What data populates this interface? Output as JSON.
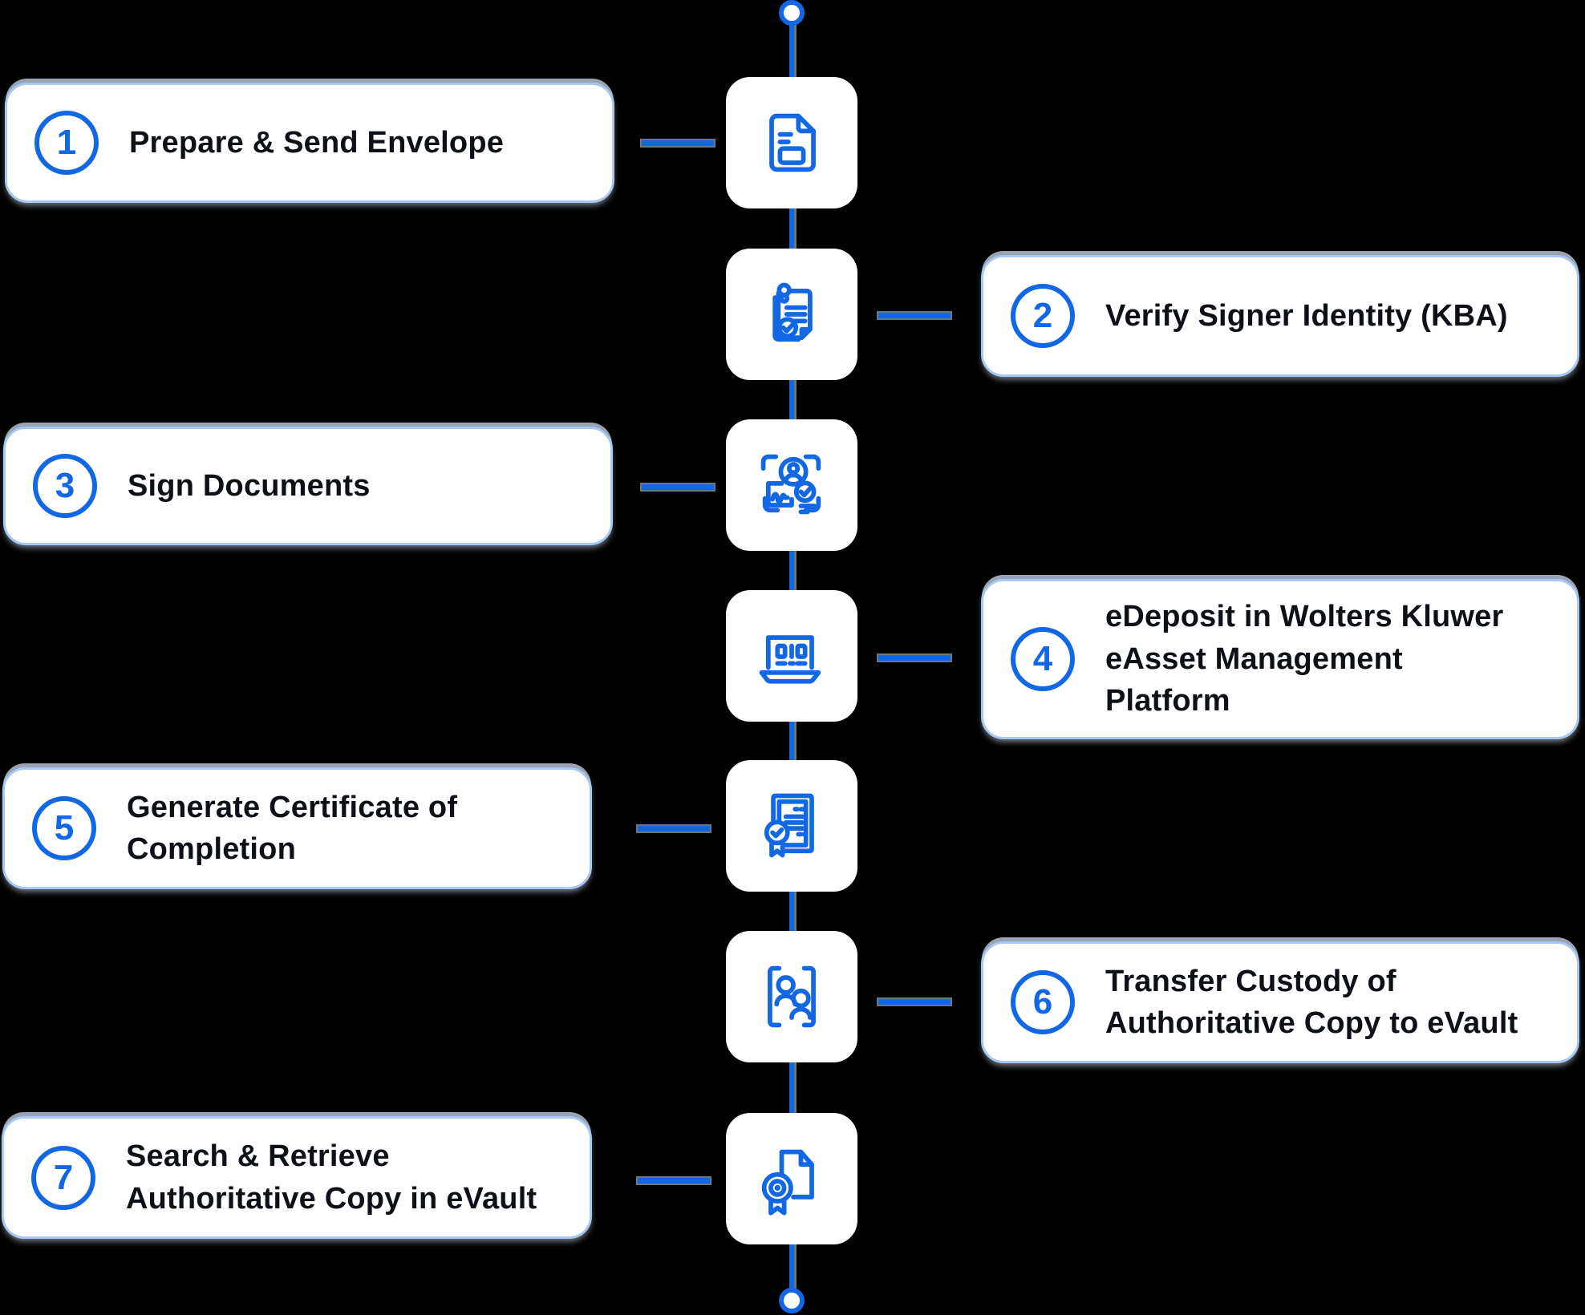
{
  "diagram": {
    "background_color": "#000000",
    "accent_blue": "#1268E4",
    "card_background": "#FFFFFF",
    "card_border_color": "#A6C8F2",
    "shadow_color": "#9AA3B1",
    "text_color": "#0D1117",
    "timeline": {
      "orientation": "vertical",
      "start_dot": "circle",
      "end_dot": "circle"
    },
    "steps": [
      {
        "number": "1",
        "label": "Prepare & Send Envelope",
        "side": "left",
        "icon": "document-icon"
      },
      {
        "number": "2",
        "label": "Verify Signer Identity (KBA)",
        "side": "right",
        "icon": "clipboard-check-icon"
      },
      {
        "number": "3",
        "label": "Sign Documents",
        "side": "left",
        "icon": "signature-verify-icon"
      },
      {
        "number": "4",
        "label": "eDeposit in Wolters Kluwer\neAsset Management\nPlatform",
        "side": "right",
        "icon": "laptop-binary-icon"
      },
      {
        "number": "5",
        "label": "Generate Certificate of\nCompletion",
        "side": "left",
        "icon": "certificate-icon"
      },
      {
        "number": "6",
        "label": "Transfer Custody of\nAuthoritative Copy to eVault",
        "side": "right",
        "icon": "custody-transfer-icon"
      },
      {
        "number": "7",
        "label": "Search & Retrieve\nAuthoritative Copy in eVault",
        "side": "left",
        "icon": "retrieve-document-icon"
      }
    ]
  }
}
